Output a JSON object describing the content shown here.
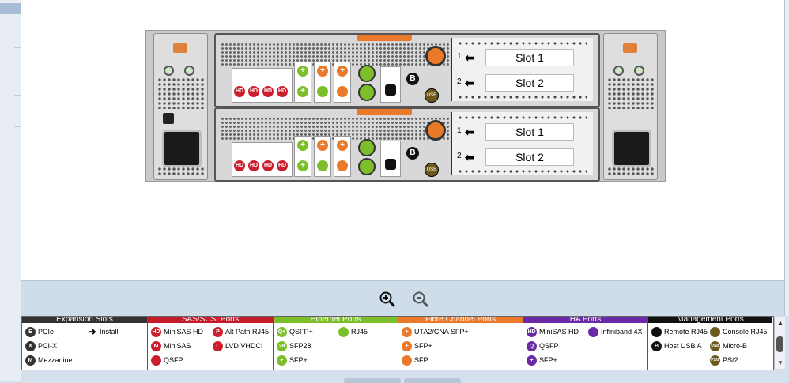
{
  "chassis": {
    "controllers": [
      {
        "slots": [
          {
            "num": "1",
            "label": "Slot 1"
          },
          {
            "num": "2",
            "label": "Slot 2"
          }
        ],
        "sas_ports": [
          "HD",
          "HD",
          "HD",
          "HD"
        ],
        "eth_plus": [
          "+",
          "+",
          "+",
          "+"
        ],
        "b_label": "B",
        "usb_label": "USB"
      },
      {
        "slots": [
          {
            "num": "1",
            "label": "Slot 1"
          },
          {
            "num": "2",
            "label": "Slot 2"
          }
        ],
        "sas_ports": [
          "HD",
          "HD",
          "HD",
          "HD"
        ],
        "eth_plus": [
          "+",
          "+",
          "+",
          "+"
        ],
        "b_label": "B",
        "usb_label": "USB"
      }
    ]
  },
  "legend": {
    "columns": [
      {
        "title": "Expansion Slots",
        "color": "#333333",
        "items": [
          {
            "badge": "E",
            "label": "PCIe",
            "color": "#333333"
          },
          {
            "badge": "X",
            "label": "PCI-X",
            "color": "#333333"
          },
          {
            "badge": "M",
            "label": "Mezzanine",
            "color": "#333333"
          },
          {
            "badge": "➔",
            "label": "Install",
            "color": "#ffffff"
          }
        ]
      },
      {
        "title": "SAS/SCSI Ports",
        "color": "#c41a2a",
        "items": [
          {
            "badge": "HD",
            "label": "MiniSAS HD",
            "color": "#cc1f2e"
          },
          {
            "badge": "M",
            "label": "MiniSAS",
            "color": "#cc1f2e"
          },
          {
            "badge": "",
            "label": "QSFP",
            "color": "#cc1f2e"
          },
          {
            "badge": "P",
            "label": "Alt Path RJ45",
            "color": "#cc1f2e"
          },
          {
            "badge": "L",
            "label": "LVD VHDCI",
            "color": "#cc1f2e"
          }
        ]
      },
      {
        "title": "Ethernet Ports",
        "color": "#7cbf2a",
        "items": [
          {
            "badge": "Q+",
            "label": "QSFP+",
            "color": "#7cbf2a"
          },
          {
            "badge": "28",
            "label": "SFP28",
            "color": "#7cbf2a"
          },
          {
            "badge": "+",
            "label": "SFP+",
            "color": "#7cbf2a"
          },
          {
            "badge": "",
            "label": "RJ45",
            "color": "#7cbf2a"
          }
        ]
      },
      {
        "title": "Fibre Channel Ports",
        "color": "#ea7a2a",
        "items": [
          {
            "badge": "+",
            "label": "UTA2/CNA SFP+",
            "color": "#ea7a2a"
          },
          {
            "badge": "+",
            "label": "SFP+",
            "color": "#ea7a2a"
          },
          {
            "badge": "",
            "label": "SFP",
            "color": "#ea7a2a"
          }
        ]
      },
      {
        "title": "HA Ports",
        "color": "#6a2aa8",
        "items": [
          {
            "badge": "HD",
            "label": "MiniSAS HD",
            "color": "#6a2aa8"
          },
          {
            "badge": "Q",
            "label": "QSFP",
            "color": "#6a2aa8"
          },
          {
            "badge": "+",
            "label": "SFP+",
            "color": "#6a2aa8"
          },
          {
            "badge": "",
            "label": "Infiniband 4X",
            "color": "#6a2aa8"
          }
        ]
      },
      {
        "title": "Management Ports",
        "color": "#111111",
        "items": [
          {
            "badge": "",
            "label": "Remote RJ45",
            "color": "#111111"
          },
          {
            "badge": "B",
            "label": "Host USB A",
            "color": "#111111"
          },
          {
            "badge": "",
            "label": "Console RJ45",
            "color": "#6b5a1b"
          },
          {
            "badge": "USB",
            "label": "Micro-B",
            "color": "#6b5a1b"
          },
          {
            "badge": "PS/2",
            "label": "PS/2",
            "color": "#6b5a1b"
          }
        ]
      }
    ]
  }
}
